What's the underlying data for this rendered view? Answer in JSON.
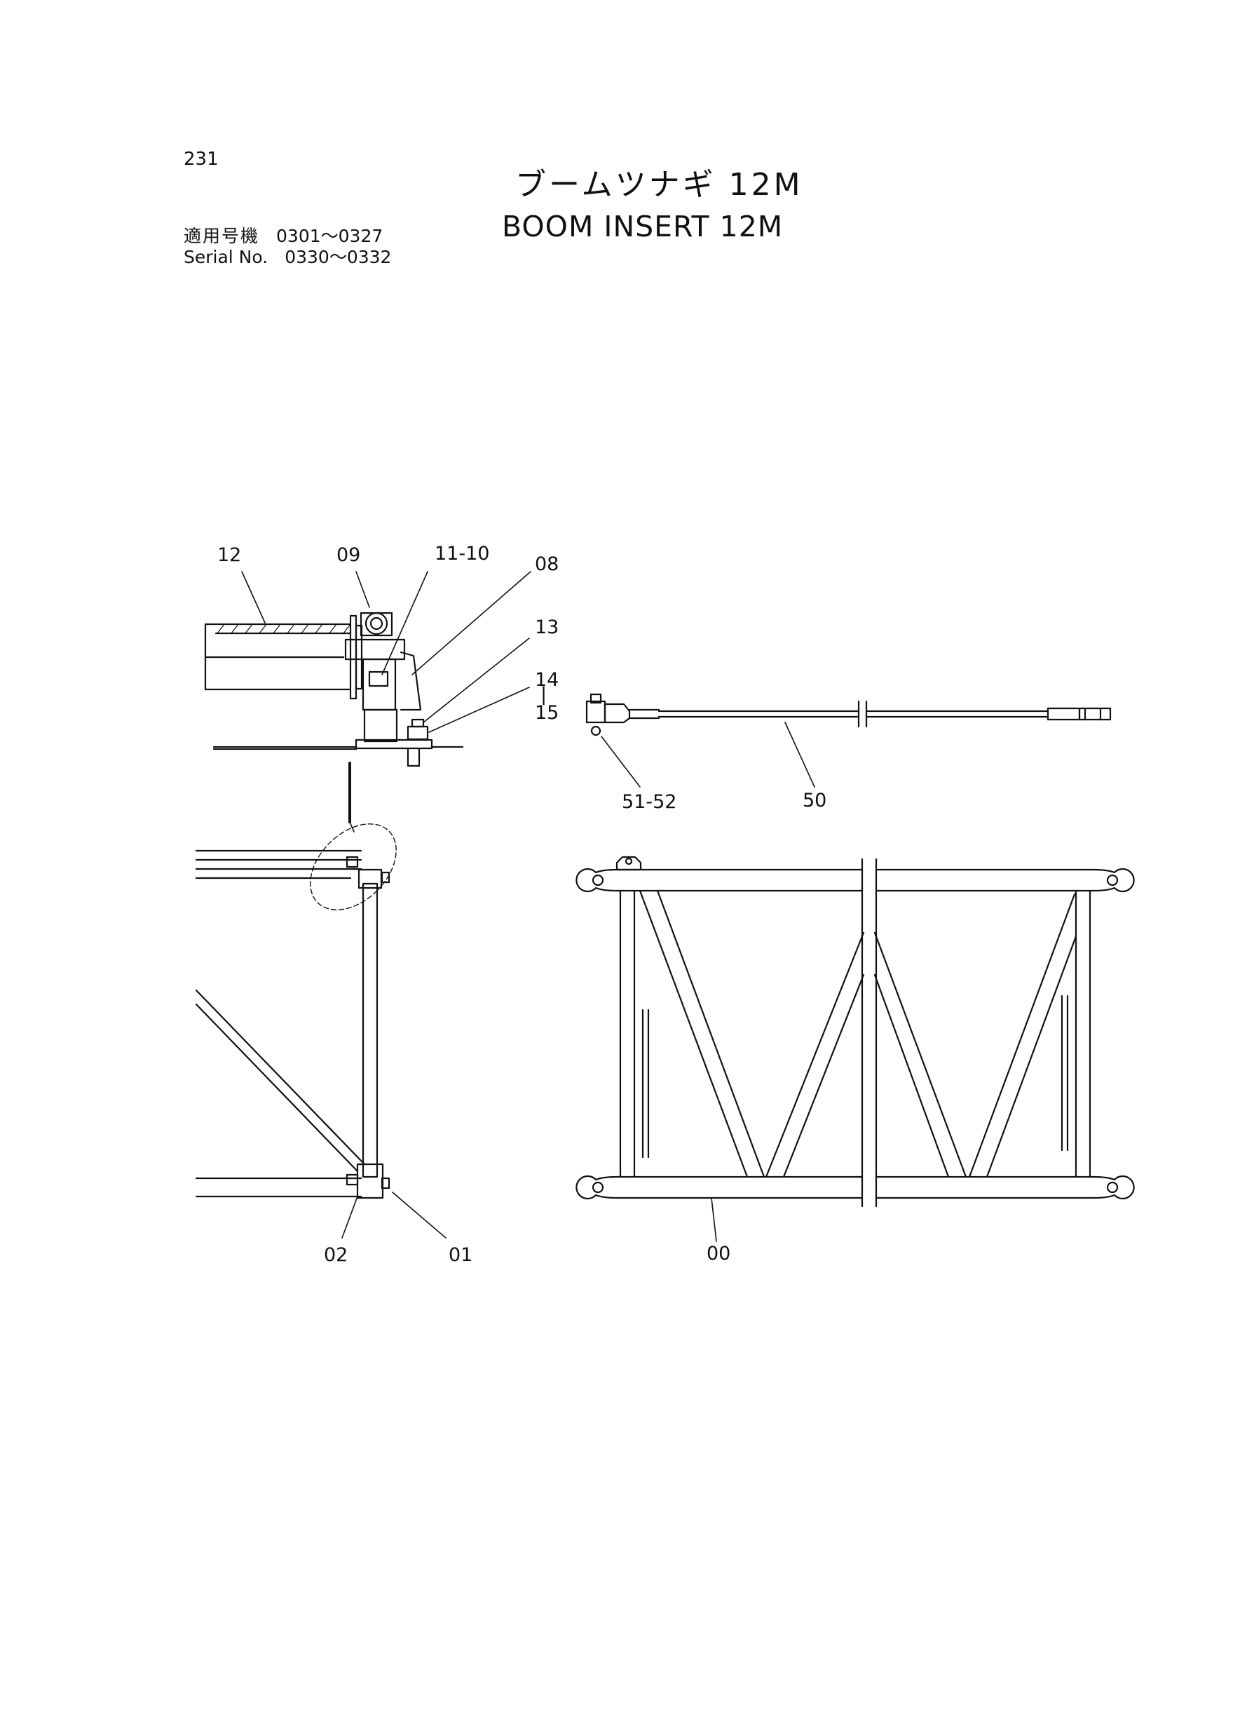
{
  "page": {
    "number": "231"
  },
  "title": {
    "japanese": "ブームツナギ 12M",
    "english": "BOOM INSERT 12M"
  },
  "serial": {
    "label_jp": "適用号機",
    "range_jp": "0301～0327",
    "label_en": "Serial No.",
    "range_en": "0330～0332"
  },
  "callouts": {
    "c12": "12",
    "c09": "09",
    "c11_10": "11-10",
    "c08": "08",
    "c13": "13",
    "c14": "14",
    "c14_15_dash": "|",
    "c15": "15",
    "c51_52": "51-52",
    "c50": "50",
    "c02": "02",
    "c01": "01",
    "c00": "00"
  },
  "colors": {
    "ink": "#111111",
    "paper": "#ffffff"
  }
}
